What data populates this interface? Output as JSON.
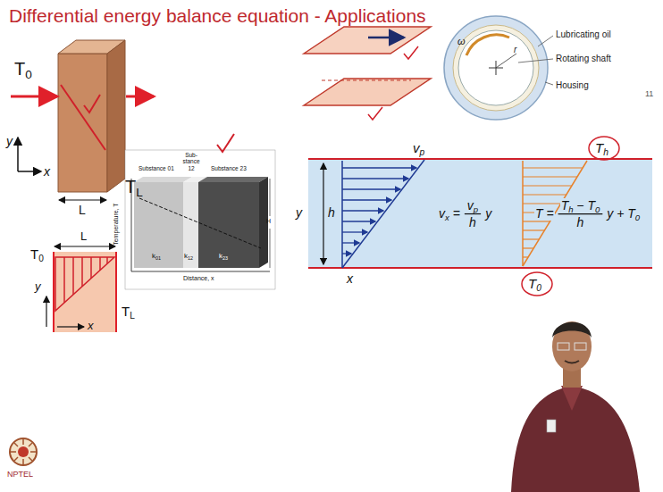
{
  "diagram": {
    "title": "Differential energy balance equation - Applications",
    "labels": [
      "T0",
      "TL",
      "y",
      "x",
      "L",
      "L",
      "T0",
      "TL",
      "y",
      "x",
      "Substance 01",
      "Sub- stance 12",
      "Substance 23",
      "Temperature, T",
      "Distance, x",
      "H",
      "k01",
      "k12",
      "k23",
      "Lubricating oil",
      "Rotating shaft",
      "Housing",
      "ω",
      "r",
      "vp",
      "h",
      "y",
      "x",
      "vx =",
      "vp",
      "h",
      "y",
      "T =",
      "Th − T0",
      "h",
      "y + T0",
      "Th",
      "T0",
      "11",
      "NPTEL"
    ]
  }
}
